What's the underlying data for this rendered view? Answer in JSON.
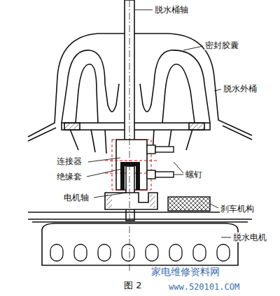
{
  "diagram": {
    "caption": "图 2",
    "labels": [
      "脱水桶轴",
      "密封胶囊",
      "脱水外桶",
      "连接器",
      "绝缘套",
      "螺钉",
      "电机轴",
      "刹车机构",
      "脱水电机",
      "家电维修资料网",
      "www.520101.COM"
    ]
  }
}
